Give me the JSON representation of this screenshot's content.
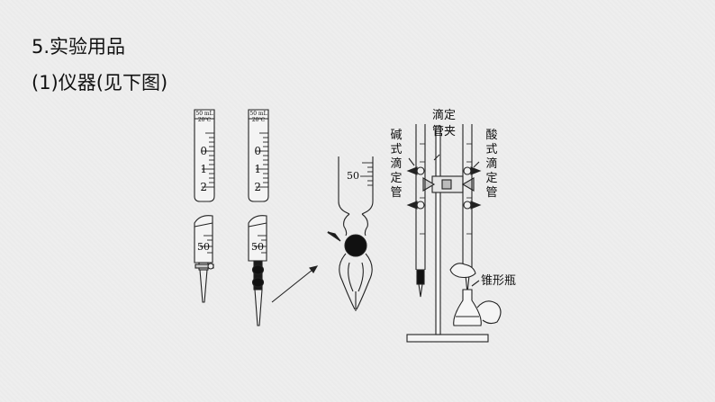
{
  "slide": {
    "section_heading": "5.实验用品",
    "subheading": "(1)仪器(见下图)"
  },
  "figure": {
    "burette_top_label_1": "50 mL",
    "burette_top_label_2": "20℃",
    "scale_marks": [
      "0",
      "1",
      "2"
    ],
    "lower_mark": "50",
    "enlarged_mark": "50",
    "label_base_burette": [
      "碱",
      "式",
      "滴",
      "定",
      "管"
    ],
    "label_clamp": [
      "滴定",
      "管夹"
    ],
    "label_acid_burette": [
      "酸",
      "式",
      "滴",
      "定",
      "管"
    ],
    "label_flask": "锥形瓶"
  }
}
